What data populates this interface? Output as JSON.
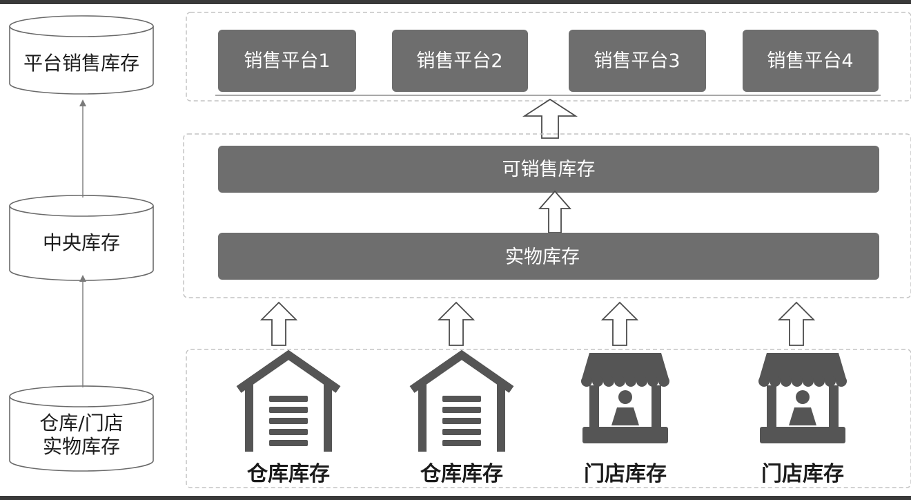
{
  "left_column": {
    "top_cylinder": "平台销售库存",
    "middle_cylinder": "中央库存",
    "bottom_cylinder_line1": "仓库/门店",
    "bottom_cylinder_line2": "实物库存"
  },
  "platforms": [
    "销售平台1",
    "销售平台2",
    "销售平台3",
    "销售平台4"
  ],
  "middle_layer": {
    "sellable": "可销售库存",
    "physical": "实物库存"
  },
  "sources": [
    {
      "label": "仓库库存",
      "icon": "warehouse-icon"
    },
    {
      "label": "仓库库存",
      "icon": "warehouse-icon"
    },
    {
      "label": "门店库存",
      "icon": "store-icon"
    },
    {
      "label": "门店库存",
      "icon": "store-icon"
    }
  ],
  "colors": {
    "bar": "#6e6e6e",
    "icon": "#555555",
    "dashed_border": "#c4c4c4"
  }
}
